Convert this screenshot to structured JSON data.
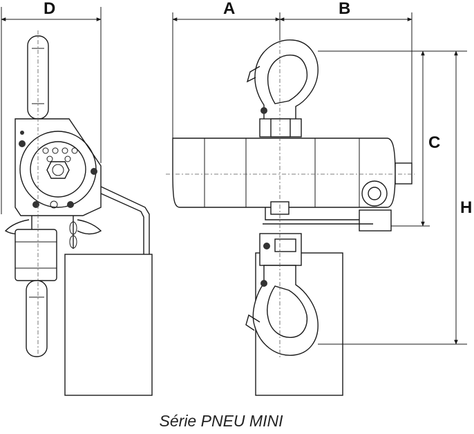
{
  "dimensions": {
    "a_label": "A",
    "b_label": "B",
    "c_label": "C",
    "d_label": "D",
    "h_label": "H"
  },
  "caption": "Série PNEU MINI",
  "colors": {
    "line": "#1a1a1a",
    "background": "#ffffff"
  }
}
